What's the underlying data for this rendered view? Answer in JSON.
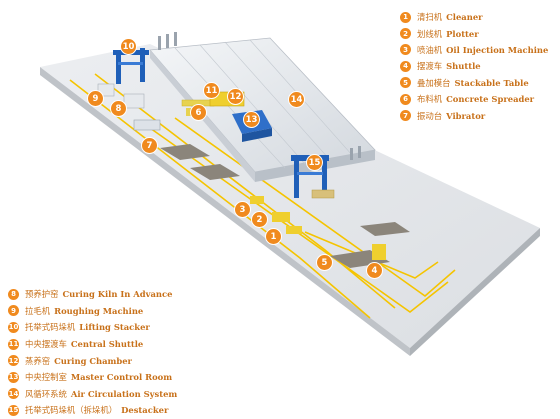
{
  "equipment": [
    {
      "num": "1",
      "zh": "清扫机",
      "en": "Cleaner"
    },
    {
      "num": "2",
      "zh": "划线机",
      "en": "Plotter"
    },
    {
      "num": "3",
      "zh": "喷油机",
      "en": "Oil Injection Machine"
    },
    {
      "num": "4",
      "zh": "摆渡车",
      "en": "Shuttle"
    },
    {
      "num": "5",
      "zh": "叠加模台",
      "en": "Stackable Table"
    },
    {
      "num": "6",
      "zh": "布料机",
      "en": "Concrete Spreader"
    },
    {
      "num": "7",
      "zh": "振动台",
      "en": "Vibrator"
    },
    {
      "num": "8",
      "zh": "预养护窑",
      "en": "Curing Kiln In Advance"
    },
    {
      "num": "9",
      "zh": "拉毛机",
      "en": "Roughing Machine"
    },
    {
      "num": "10",
      "zh": "托举式码垛机",
      "en": "Lifting Stacker"
    },
    {
      "num": "11",
      "zh": "中央摆渡车",
      "en": "Central Shuttle"
    },
    {
      "num": "12",
      "zh": "蒸养窑",
      "en": "Curing Chamber"
    },
    {
      "num": "13",
      "zh": "中央控制室",
      "en": "Master Control Room"
    },
    {
      "num": "14",
      "zh": "风循环系统",
      "en": "Air Circulation System"
    },
    {
      "num": "15",
      "zh": "托举式码垛机（拆垛机）",
      "en": "Destacker"
    }
  ],
  "colors": {
    "accent": "#f08a1e",
    "label_text": "#c8711a",
    "floor": "#e3e5e8",
    "rail": "#f5c400",
    "frame_blue": "#1f5fb8"
  }
}
